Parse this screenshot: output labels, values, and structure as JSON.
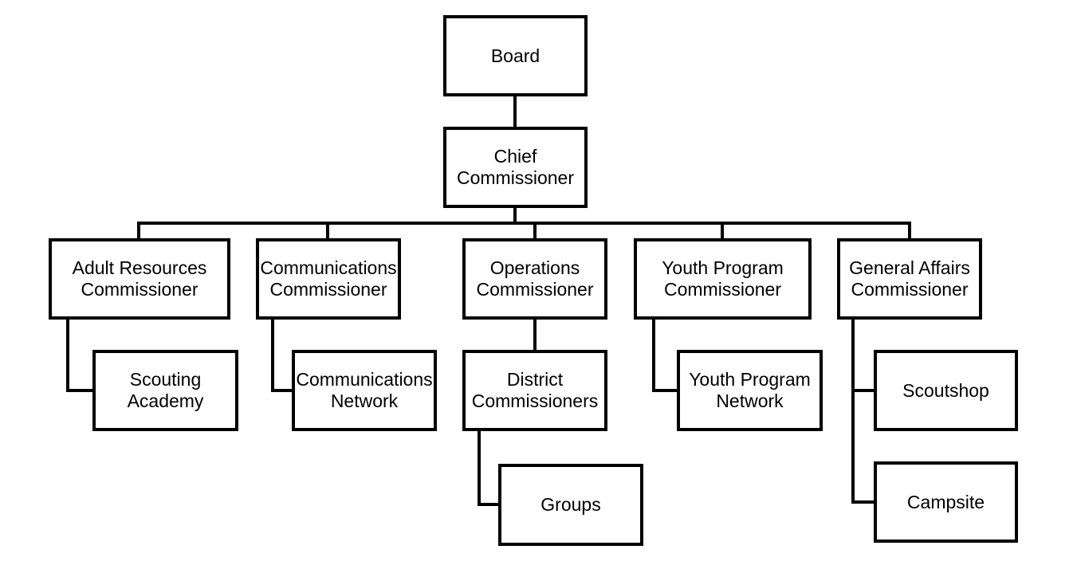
{
  "nodes": {
    "board": "Board",
    "chief": "Chief\nCommissioner",
    "adult": "Adult Resources\nCommissioner",
    "comm": "Communications\nCommissioner",
    "ops": "Operations\nCommissioner",
    "youth": "Youth Program\nCommissioner",
    "general": "General Affairs\nCommissioner",
    "academy": "Scouting\nAcademy",
    "commnet": "Communications\nNetwork",
    "district": "District\nCommissioners",
    "youthnet": "Youth Program\nNetwork",
    "scoutshop": "Scoutshop",
    "groups": "Groups",
    "campsite": "Campsite"
  }
}
